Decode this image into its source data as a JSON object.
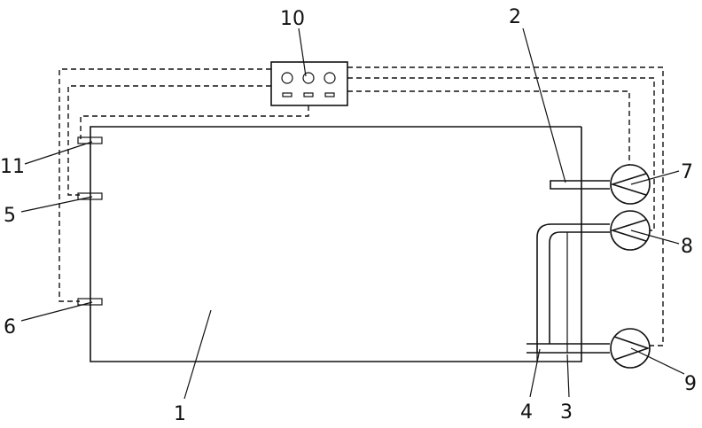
{
  "labels": {
    "tank": "1",
    "inlet_pipe": "2",
    "inner_pipe": "3",
    "bottom_pipe": "4",
    "sensor_mid": "5",
    "sensor_low": "6",
    "pump_top": "7",
    "pump_mid": "8",
    "pump_bottom": "9",
    "controller": "10",
    "sensor_top": "11"
  }
}
